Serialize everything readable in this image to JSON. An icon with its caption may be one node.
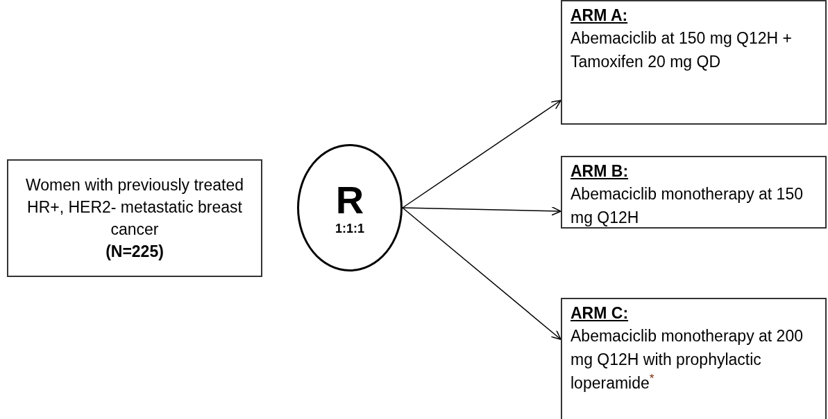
{
  "diagram": {
    "nodes": [
      {
        "text": [
          "Women with previously treated HR+, HER2- metastatic breast cancer",
          "(N=225)"
        ]
      },
      {
        "text": [
          "R",
          "1:1:1"
        ]
      },
      {
        "text": [
          "ARM A:",
          "Abemaciclib at 150 mg Q12H + Tamoxifen 20 mg QD"
        ]
      },
      {
        "text": [
          "ARM B:",
          "Abemaciclib monotherapy at 150 mg Q12H"
        ]
      },
      {
        "text": [
          "ARM C:",
          "Abemaciclib  monotherapy at 200 mg Q12H with prophylactic loperamide$^{*}$"
        ]
      }
    ],
    "edges": [
      {
        "from": 1,
        "to": 2,
        "arrow": "to"
      },
      {
        "from": 1,
        "to": 3,
        "arrow": "to"
      },
      {
        "from": 1,
        "to": 4,
        "arrow": "to"
      }
    ]
  }
}
